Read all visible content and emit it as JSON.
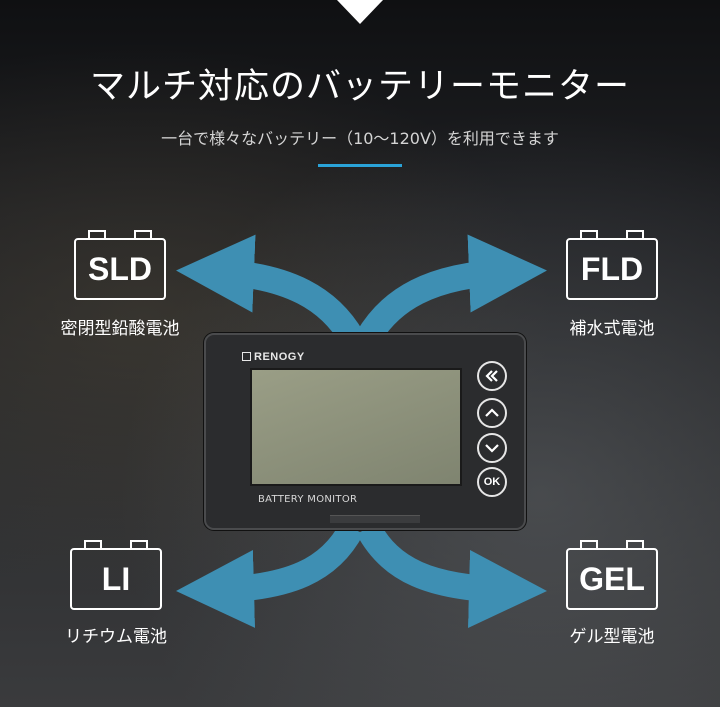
{
  "header": {
    "title": "マルチ対応のバッテリーモニター",
    "subtitle": "一台で様々なバッテリー（10～120V）を利用できます"
  },
  "colors": {
    "accent": "#2aa3d8",
    "arrow": "#3e8fb3",
    "text": "#ffffff"
  },
  "batteries": {
    "sld": {
      "code": "SLD",
      "label": "密閉型鉛酸電池"
    },
    "fld": {
      "code": "FLD",
      "label": "補水式電池"
    },
    "li": {
      "code": "LI",
      "label": "リチウム電池"
    },
    "gel": {
      "code": "GEL",
      "label": "ゲル型電池"
    }
  },
  "device": {
    "brand": "RENOGY",
    "label": "BATTERY MONITOR",
    "buttons": {
      "back": "back-icon",
      "up": "up-icon",
      "down": "down-icon",
      "ok": "OK"
    }
  }
}
